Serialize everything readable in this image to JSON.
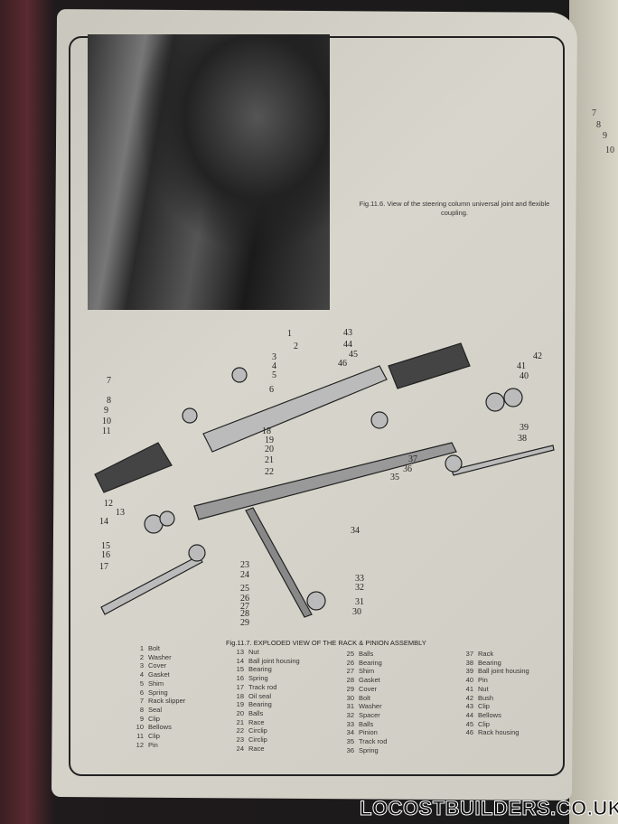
{
  "photo_caption": "Fig.11.6. View of the steering column universal joint and flexible coupling.",
  "diagram_caption": "Fig.11.7. EXPLODED VIEW OF THE RACK & PINION ASSEMBLY",
  "callouts": [
    "1",
    "2",
    "3",
    "4",
    "5",
    "6",
    "7",
    "8",
    "9",
    "10",
    "11",
    "12",
    "13",
    "14",
    "15",
    "16",
    "17",
    "18",
    "19",
    "20",
    "21",
    "22",
    "23",
    "24",
    "25",
    "26",
    "27",
    "28",
    "29",
    "30",
    "31",
    "32",
    "33",
    "34",
    "35",
    "36",
    "37",
    "38",
    "39",
    "40",
    "41",
    "42",
    "43",
    "44",
    "45",
    "46"
  ],
  "parts": [
    {
      "n": "1",
      "name": "Bolt"
    },
    {
      "n": "2",
      "name": "Washer"
    },
    {
      "n": "3",
      "name": "Cover"
    },
    {
      "n": "4",
      "name": "Gasket"
    },
    {
      "n": "5",
      "name": "Shim"
    },
    {
      "n": "6",
      "name": "Spring"
    },
    {
      "n": "7",
      "name": "Rack slipper"
    },
    {
      "n": "8",
      "name": "Seal"
    },
    {
      "n": "9",
      "name": "Clip"
    },
    {
      "n": "10",
      "name": "Bellows"
    },
    {
      "n": "11",
      "name": "Clip"
    },
    {
      "n": "12",
      "name": "Pin"
    },
    {
      "n": "13",
      "name": "Nut"
    },
    {
      "n": "14",
      "name": "Ball joint housing"
    },
    {
      "n": "15",
      "name": "Bearing"
    },
    {
      "n": "16",
      "name": "Spring"
    },
    {
      "n": "17",
      "name": "Track rod"
    },
    {
      "n": "18",
      "name": "Oil seal"
    },
    {
      "n": "19",
      "name": "Bearing"
    },
    {
      "n": "20",
      "name": "Balls"
    },
    {
      "n": "21",
      "name": "Race"
    },
    {
      "n": "22",
      "name": "Circlip"
    },
    {
      "n": "23",
      "name": "Circlip"
    },
    {
      "n": "24",
      "name": "Race"
    },
    {
      "n": "25",
      "name": "Balls"
    },
    {
      "n": "26",
      "name": "Bearing"
    },
    {
      "n": "27",
      "name": "Shim"
    },
    {
      "n": "28",
      "name": "Gasket"
    },
    {
      "n": "29",
      "name": "Cover"
    },
    {
      "n": "30",
      "name": "Bolt"
    },
    {
      "n": "31",
      "name": "Washer"
    },
    {
      "n": "32",
      "name": "Spacer"
    },
    {
      "n": "33",
      "name": "Balls"
    },
    {
      "n": "34",
      "name": "Pinion"
    },
    {
      "n": "35",
      "name": "Track rod"
    },
    {
      "n": "36",
      "name": "Spring"
    },
    {
      "n": "37",
      "name": "Rack"
    },
    {
      "n": "38",
      "name": "Bearing"
    },
    {
      "n": "39",
      "name": "Ball joint housing"
    },
    {
      "n": "40",
      "name": "Pin"
    },
    {
      "n": "41",
      "name": "Nut"
    },
    {
      "n": "42",
      "name": "Bush"
    },
    {
      "n": "43",
      "name": "Clip"
    },
    {
      "n": "44",
      "name": "Bellows"
    },
    {
      "n": "45",
      "name": "Clip"
    },
    {
      "n": "46",
      "name": "Rack housing"
    }
  ],
  "right_page_numbers": [
    "7",
    "8",
    "9",
    "10"
  ],
  "watermark": "LOCOSTBUILDERS.CO.UK"
}
